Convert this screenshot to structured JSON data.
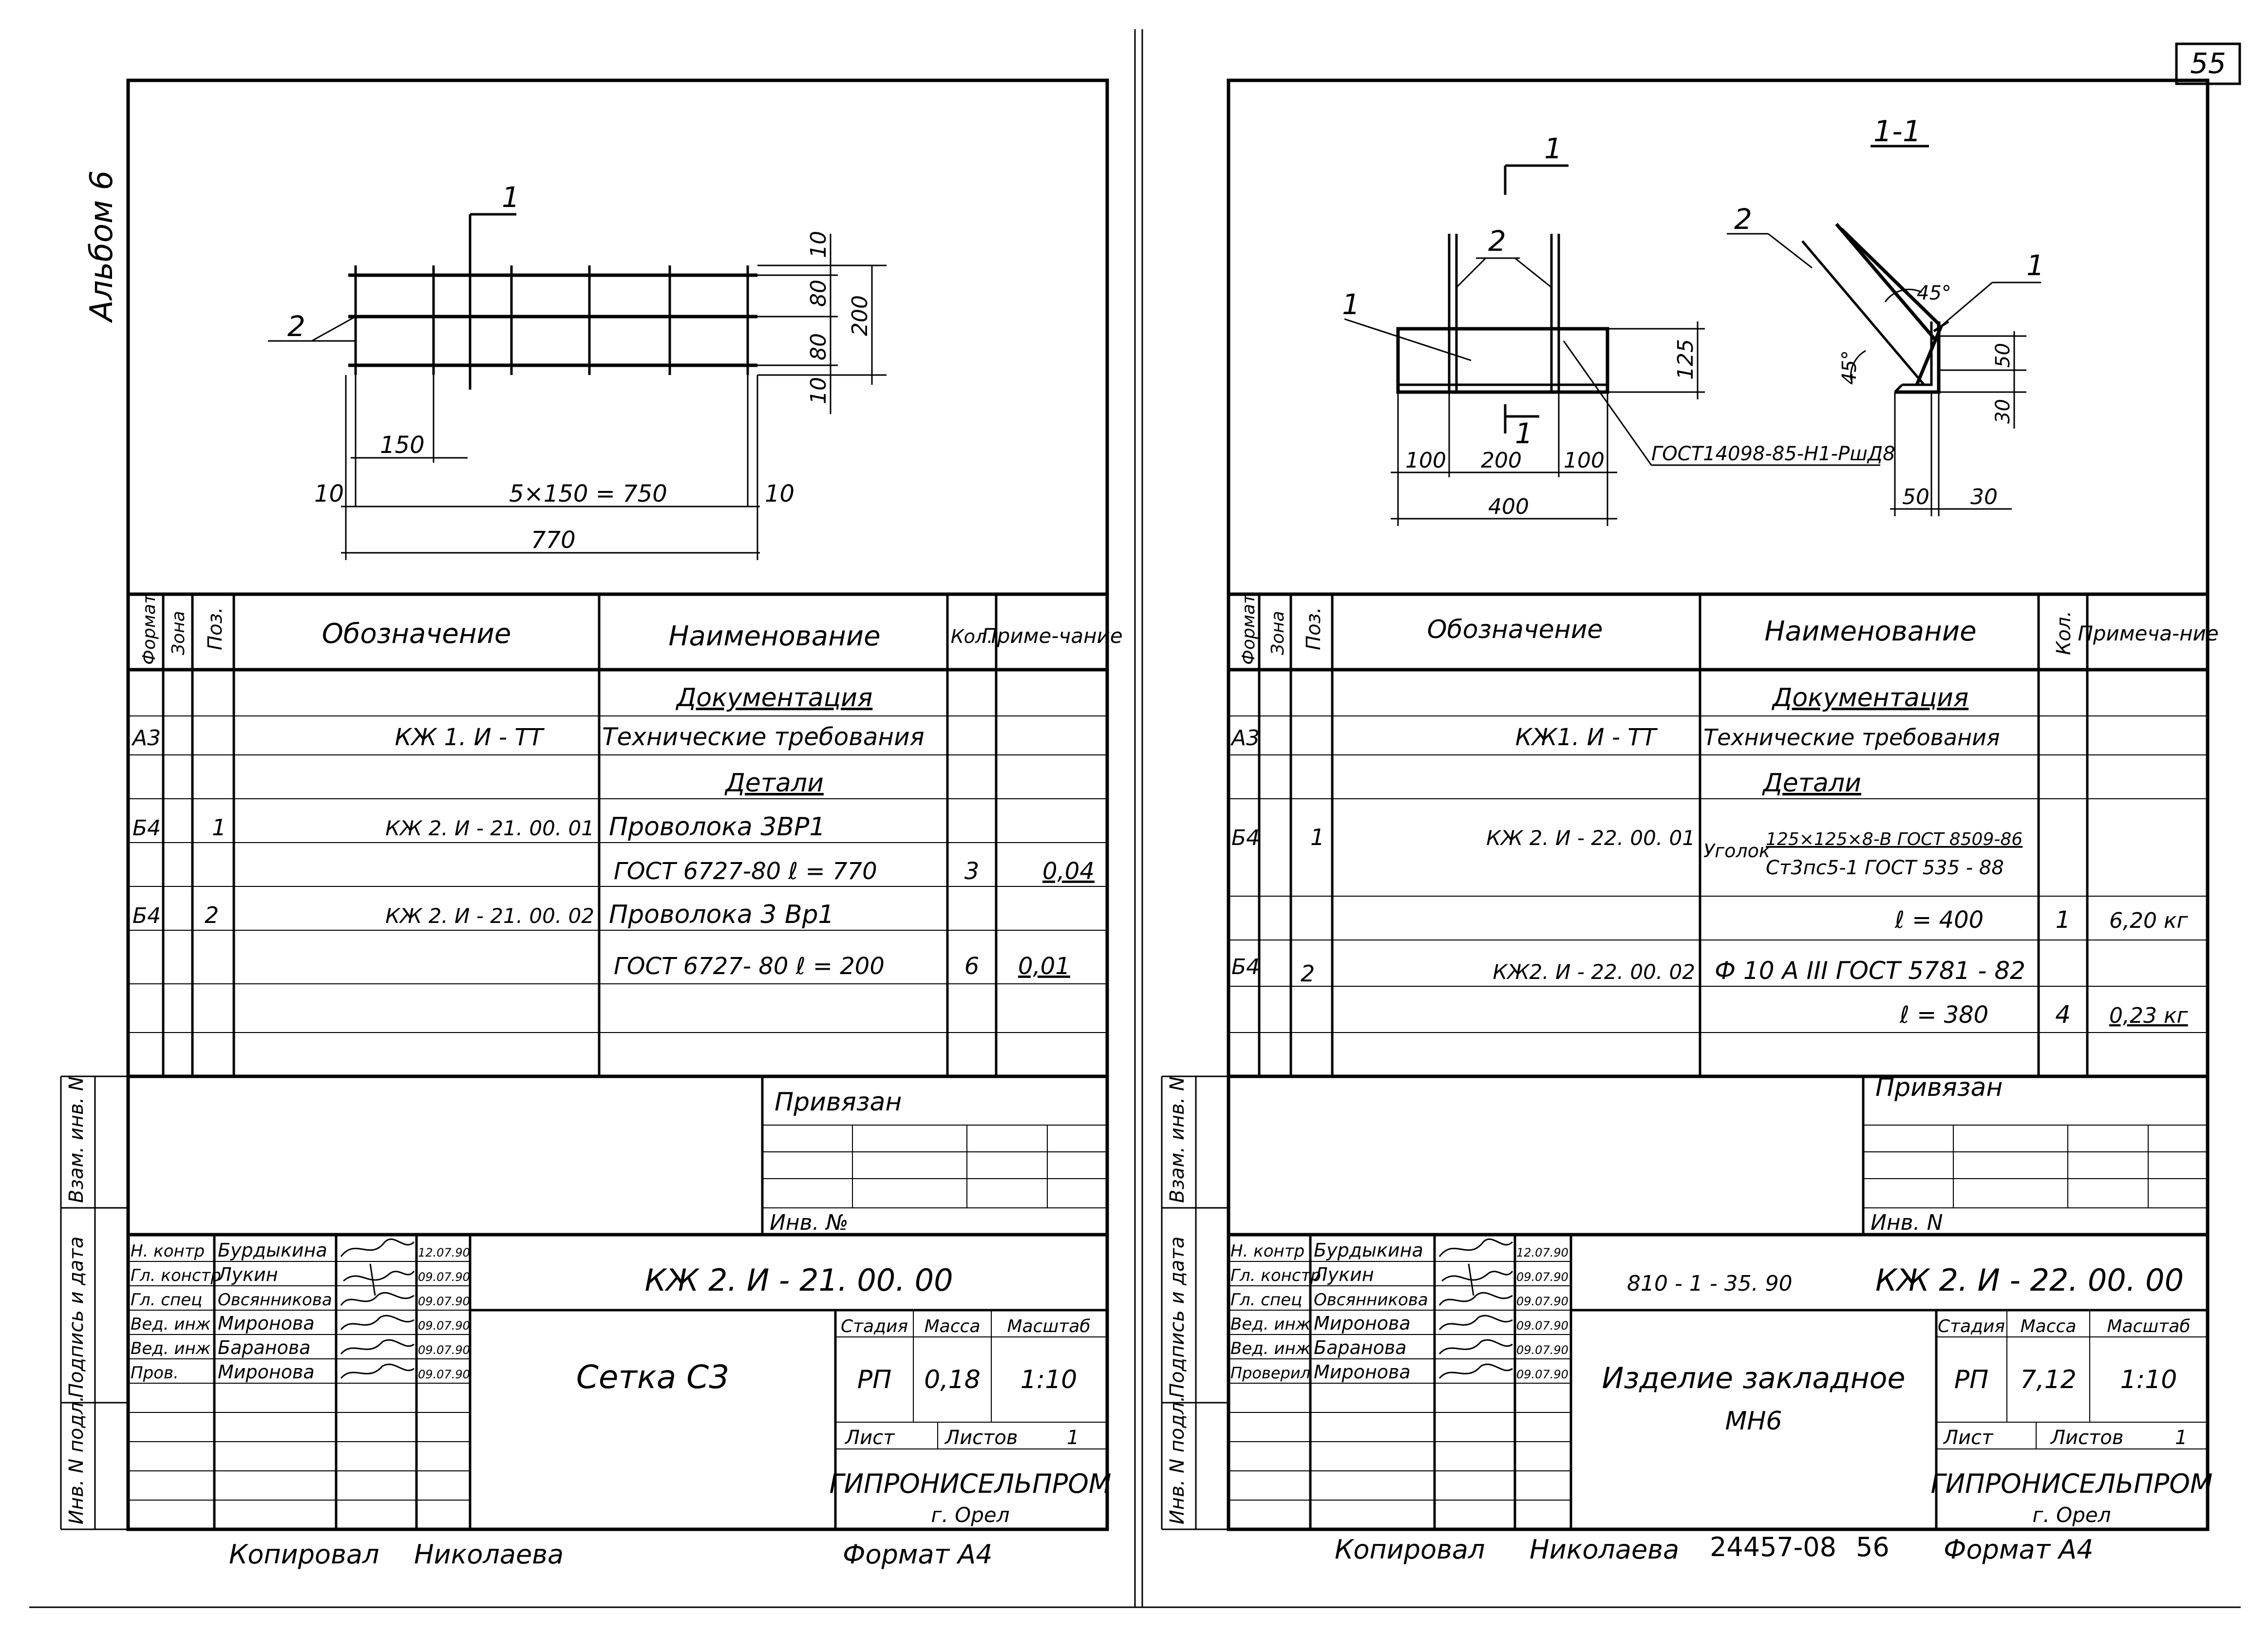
{
  "page_number": "55",
  "left": {
    "album": "Альбом 6",
    "drawing": {
      "callout_section": "1",
      "callout_pos2": "2",
      "dim_150": "150",
      "dim_5x150": "5×150 = 750",
      "dim_770": "770",
      "dim_10_left": "10",
      "dim_10_right": "10",
      "dim_10_top": "10",
      "dim_80_top": "80",
      "dim_80_bot": "80",
      "dim_10_bot": "10",
      "dim_200": "200"
    },
    "spec": {
      "headers": {
        "format": "Формат",
        "zone": "Зона",
        "pos": "Поз.",
        "designation": "Обозначение",
        "name": "Наименование",
        "qty": "Кол.",
        "note": "Приме-чание"
      },
      "rows": [
        {
          "format": "",
          "pos": "",
          "designation": "",
          "name": "Документация",
          "qty": "",
          "note": ""
        },
        {
          "format": "А3",
          "pos": "",
          "designation": "КЖ 1. И - ТТ",
          "name": "Технические требования",
          "qty": "",
          "note": ""
        },
        {
          "format": "",
          "pos": "",
          "designation": "",
          "name": "Детали",
          "qty": "",
          "note": ""
        },
        {
          "format": "Б4",
          "pos": "1",
          "designation": "КЖ 2. И - 21. 00. 01",
          "name": "Проволока 3ВР1",
          "qty": "",
          "note": ""
        },
        {
          "format": "",
          "pos": "",
          "designation": "",
          "name": "ГОСТ 6727-80 ℓ = 770",
          "qty": "3",
          "note": "0,04"
        },
        {
          "format": "Б4",
          "pos": "2",
          "designation": "КЖ 2. И - 21. 00. 02",
          "name": "Проволока 3 Вр1",
          "qty": "",
          "note": ""
        },
        {
          "format": "",
          "pos": "",
          "designation": "",
          "name": "ГОСТ 6727- 80 ℓ = 200",
          "qty": "6",
          "note": "0,01"
        }
      ]
    },
    "side_labels": [
      "Взам. инв. N",
      "Подпись и дата",
      "Инв. N подл."
    ],
    "stamp": {
      "privyazan": "Привязан",
      "inv_no": "Инв. №",
      "code": "КЖ 2. И - 21. 00. 00",
      "people": [
        {
          "role": "Н. контр",
          "name": "Бурдыкина",
          "date": "12.07.90"
        },
        {
          "role": "Гл. констр",
          "name": "Лукин",
          "date": "09.07.90"
        },
        {
          "role": "Гл. спец",
          "name": "Овсянникова",
          "date": "09.07.90"
        },
        {
          "role": "Вед. инж",
          "name": "Миронова",
          "date": "09.07.90"
        },
        {
          "role": "Вед. инж",
          "name": "Баранова",
          "date": "09.07.90"
        },
        {
          "role": "Пров.",
          "name": "Миронова",
          "date": "09.07.90"
        }
      ],
      "title": "Сетка С3",
      "stage_label": "Стадия",
      "mass_label": "Масса",
      "scale_label": "Масштаб",
      "stage": "РП",
      "mass": "0,18",
      "scale": "1:10",
      "sheet_label": "Лист",
      "sheets_label": "Листов",
      "sheets": "1",
      "org": "ГИПРОНИСЕЛЬПРОМ",
      "city": "г. Орел"
    },
    "footer": {
      "copied": "Копировал",
      "by": "Николаева",
      "format": "Формат А4"
    }
  },
  "right": {
    "drawing": {
      "section_title": "1-1",
      "cut_1_top": "1",
      "cut_1_bottom": "1",
      "callout_2a": "2",
      "callout_1a": "1",
      "callout_2b": "2",
      "callout_1b": "1",
      "gost_note": "ГОСТ14098-85-Н1-РшД8",
      "dim_125": "125",
      "dim_100a": "100",
      "dim_200": "200",
      "dim_100b": "100",
      "dim_400": "400",
      "angle_45a": "45°",
      "angle_45b": "45°",
      "dim_50v": "50",
      "dim_30v": "30",
      "dim_50h": "50",
      "dim_30h": "30"
    },
    "spec": {
      "headers": {
        "format": "Формат",
        "zone": "Зона",
        "pos": "Поз.",
        "designation": "Обозначение",
        "name": "Наименование",
        "qty": "Кол.",
        "note": "Примеча-ние"
      },
      "rows": [
        {
          "format": "",
          "pos": "",
          "designation": "",
          "name": "Документация",
          "qty": "",
          "note": ""
        },
        {
          "format": "А3",
          "pos": "",
          "designation": "КЖ1. И - ТТ",
          "name": "Технические требования",
          "qty": "",
          "note": ""
        },
        {
          "format": "",
          "pos": "",
          "designation": "",
          "name": "Детали",
          "qty": "",
          "note": ""
        },
        {
          "format": "Б4",
          "pos": "1",
          "designation": "КЖ 2. И - 22. 00. 01",
          "name_prefix": "Уголок",
          "name_top": "125×125×8-В ГОСТ 8509-86",
          "name_bottom": "Ст3пс5-1 ГОСТ 535 - 88",
          "qty": "",
          "note": ""
        },
        {
          "format": "",
          "pos": "",
          "designation": "",
          "name": "ℓ = 400",
          "qty": "1",
          "note": "6,20 кг"
        },
        {
          "format": "Б4",
          "pos": "2",
          "designation": "КЖ2. И - 22. 00. 02",
          "name": "Ф 10 А III ГОСТ 5781 - 82",
          "qty": "",
          "note": ""
        },
        {
          "format": "",
          "pos": "",
          "designation": "",
          "name": "ℓ = 380",
          "qty": "4",
          "note": "0,23 кг"
        }
      ]
    },
    "side_labels": [
      "Взам. инв. N",
      "Подпись и дата",
      "Инв. N подл."
    ],
    "stamp": {
      "privyazan": "Привязан",
      "inv_no": "Инв. N",
      "series": "810 - 1 - 35. 90",
      "code": "КЖ 2. И - 22. 00. 00",
      "people": [
        {
          "role": "Н. контр",
          "name": "Бурдыкина",
          "date": "12.07.90"
        },
        {
          "role": "Гл. констр",
          "name": "Лукин",
          "date": "09.07.90"
        },
        {
          "role": "Гл. спец",
          "name": "Овсянникова",
          "date": "09.07.90"
        },
        {
          "role": "Вед. инж",
          "name": "Миронова",
          "date": "09.07.90"
        },
        {
          "role": "Вед. инж",
          "name": "Баранова",
          "date": "09.07.90"
        },
        {
          "role": "Проверил",
          "name": "Миронова",
          "date": "09.07.90"
        }
      ],
      "title_line1": "Изделие закладное",
      "title_line2": "МН6",
      "stage_label": "Стадия",
      "mass_label": "Масса",
      "scale_label": "Масштаб",
      "stage": "РП",
      "mass": "7,12",
      "scale": "1:10",
      "sheet_label": "Лист",
      "sheets_label": "Листов",
      "sheets": "1",
      "org": "ГИПРОНИСЕЛЬПРОМ",
      "city": "г. Орел"
    },
    "footer": {
      "copied": "Копировал",
      "by": "Николаева",
      "stamp_no": "24457-08",
      "page": "56",
      "format": "Формат А4"
    }
  }
}
